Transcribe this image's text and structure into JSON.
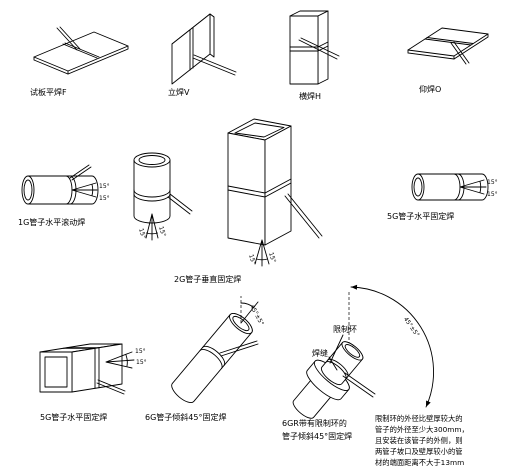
{
  "welding_positions": {
    "flat_label": "试板平焊F",
    "vertical_label": "立焊V",
    "horizontal_label": "横焊H",
    "overhead_label": "仰焊O"
  },
  "pipe_positions": {
    "p1g_label": "1G管子水平滚动焊",
    "p2g_label": "2G管子垂直固定焊",
    "p5g_round_label": "5G管子水平固定焊",
    "p5g_square_label": "5G管子水平固定焊",
    "p6g_label": "6G管子倾斜45°固定焊",
    "p6gr_label": [
      "6GR带有限制环的",
      "管子倾斜45°固定焊"
    ]
  },
  "angles": {
    "electrode_tolerance": "15°",
    "tilt_angle": "45°±5°"
  },
  "callouts": {
    "restriction_ring": "限制环",
    "weld_seam": "焊缝"
  },
  "ring_note": [
    "限制环的外径比壁厚较大的",
    "管子的外径至少大300mm，",
    "且安装在该管子的外侧，则",
    "两管子坡口及壁厚较小的管",
    "材的端面距离不大于13mm"
  ]
}
